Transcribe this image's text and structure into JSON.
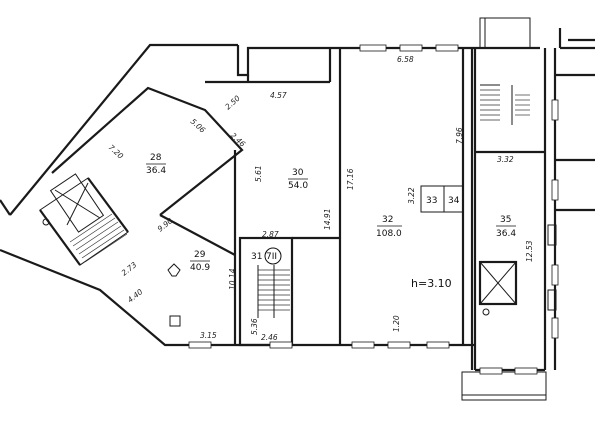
{
  "rooms": [
    {
      "id": "28",
      "number": "28",
      "area": "36.4"
    },
    {
      "id": "29",
      "number": "29",
      "area": "40.9"
    },
    {
      "id": "30",
      "number": "30",
      "area": "54.0"
    },
    {
      "id": "31",
      "number": "31"
    },
    {
      "id": "32",
      "number": "32",
      "area": "108.0"
    },
    {
      "id": "33",
      "number": "33"
    },
    {
      "id": "34",
      "number": "34"
    },
    {
      "id": "35",
      "number": "35",
      "area": "36.4"
    }
  ],
  "stair_mark": "7II",
  "ceiling_height": "h=3.10",
  "dimensions": {
    "d_7_20": "7.20",
    "d_5_06": "5.06",
    "d_9_90": "9.90",
    "d_2_73": "2.73",
    "d_4_40": "4.40",
    "d_3_15": "3.15",
    "d_2_50": "2.50",
    "d_4_57": "4.57",
    "d_2_46_top": "2.46",
    "d_5_61": "5.61",
    "d_2_87": "2.87",
    "d_10_14": "10.14",
    "d_5_36": "5.36",
    "d_2_46_bottom": "2.46",
    "d_14_91": "14.91",
    "d_17_16": "17.16",
    "d_6_58": "6.58",
    "d_7_96": "7.96",
    "d_3_22": "3.22",
    "d_1_20": "1.20",
    "d_3_32": "3.32",
    "d_12_53": "12.53"
  }
}
